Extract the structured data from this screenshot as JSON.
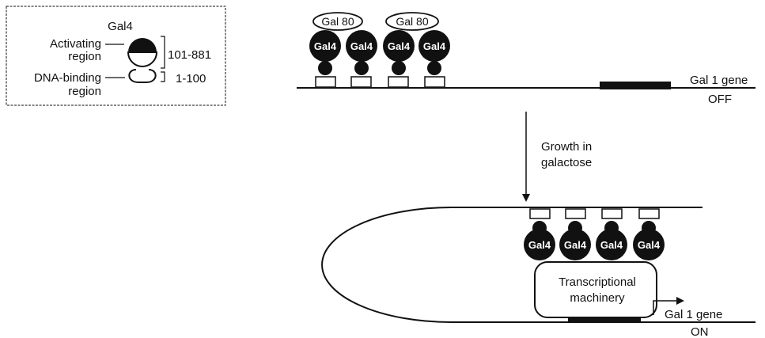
{
  "legend": {
    "title": "Gal4",
    "activating_label_1": "Activating",
    "activating_label_2": "region",
    "dna_binding_label_1": "DNA-binding",
    "dna_binding_label_2": "region",
    "range_activating": "101-881",
    "range_dna_binding": "1-100"
  },
  "top_panel": {
    "gal80_label": "Gal 80",
    "gal4_label": "Gal4",
    "gene_label": "Gal 1 gene",
    "state_label": "OFF"
  },
  "arrow": {
    "label_1": "Growth in",
    "label_2": "galactose"
  },
  "bottom_panel": {
    "gal4_label": "Gal4",
    "machinery_label_1": "Transcriptional",
    "machinery_label_2": "machinery",
    "gene_label": "Gal 1 gene",
    "state_label": "ON"
  },
  "colors": {
    "ink": "#111111",
    "background": "#ffffff"
  }
}
